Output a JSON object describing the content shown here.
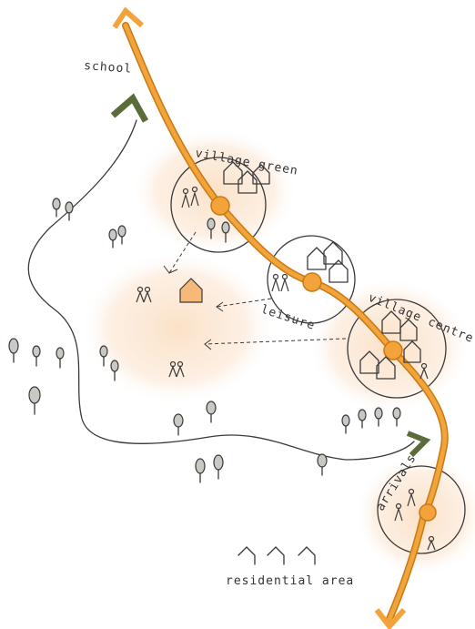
{
  "labels": {
    "school": "school",
    "village_green": "village green",
    "leisure": "leisure",
    "village_centre": "village centre",
    "arrivals": "arrivals",
    "residential_area": "residential area"
  },
  "colors": {
    "main_route": "#f2a33a",
    "route_outline": "#c77a15",
    "node_fill": "#f4a23a",
    "halo": "#fbe3cc",
    "path_arrow": "#5b6b3a",
    "ink": "#3a3a3a"
  }
}
